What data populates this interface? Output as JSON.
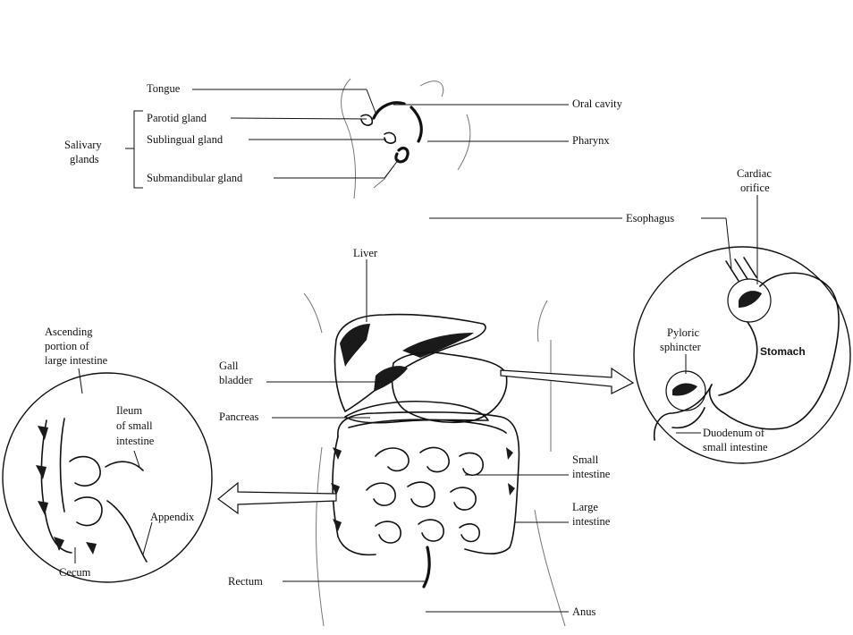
{
  "labels": {
    "tongue": "Tongue",
    "parotid": "Parotid gland",
    "sublingual": "Sublingual gland",
    "submandibular": "Submandibular gland",
    "salivary": [
      "Salivary",
      "glands"
    ],
    "oral_cavity": "Oral cavity",
    "pharynx": "Pharynx",
    "esophagus": "Esophagus",
    "cardiac": [
      "Cardiac",
      "orifice"
    ],
    "liver": "Liver",
    "pyloric": [
      "Pyloric",
      "sphincter"
    ],
    "stomach": "Stomach",
    "duodenum": [
      "Duodenum of",
      "small intestine"
    ],
    "gall": [
      "Gall",
      "bladder"
    ],
    "pancreas": "Pancreas",
    "small_intestine": [
      "Small",
      "intestine"
    ],
    "large_intestine": [
      "Large",
      "intestine"
    ],
    "rectum": "Rectum",
    "anus": "Anus",
    "ascending": [
      "Ascending",
      "portion of",
      "large intestine"
    ],
    "ileum": [
      "Ileum",
      "of small",
      "intestine"
    ],
    "appendix": "Appendix",
    "cecum": "Cecum"
  }
}
